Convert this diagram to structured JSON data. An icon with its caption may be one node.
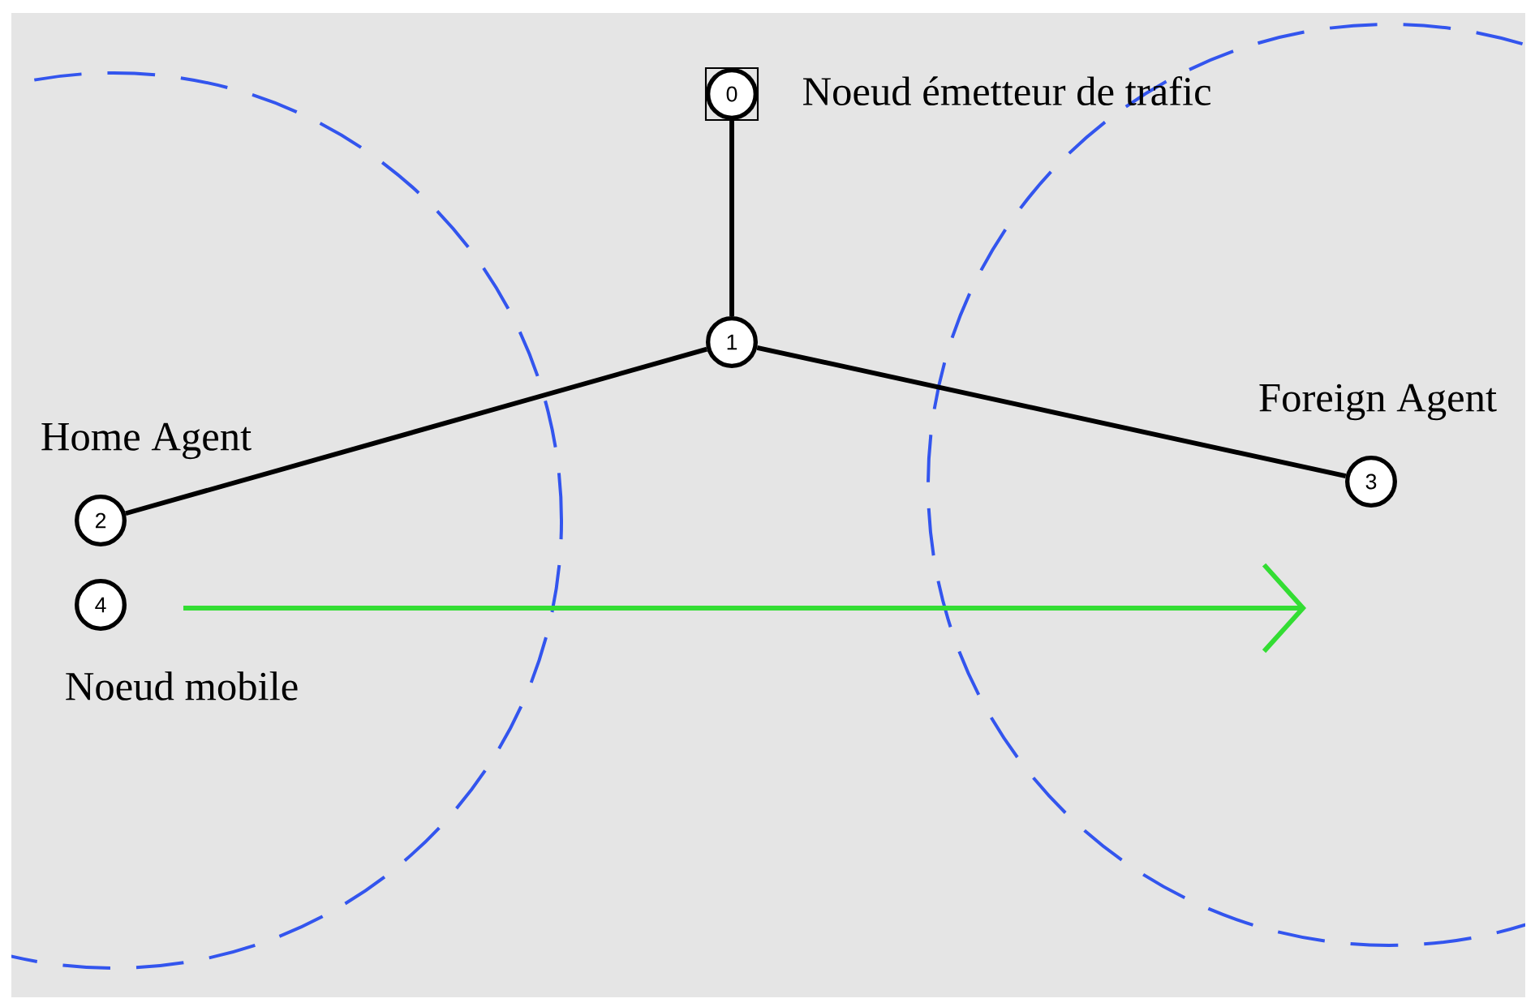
{
  "diagram": {
    "nodes": [
      {
        "text": [
          "0"
        ],
        "beside": [
          "Noeud émetteur de trafic"
        ]
      },
      {
        "text": [
          "1"
        ]
      },
      {
        "text": [
          "2"
        ],
        "beside": [
          "Home Agent"
        ]
      },
      {
        "text": [
          "3"
        ],
        "beside": [
          "Foreign Agent"
        ]
      },
      {
        "text": [
          "4"
        ],
        "beside": [
          "Noeud mobile"
        ]
      }
    ],
    "edges": [
      {
        "from": 0,
        "to": 1,
        "arrow": "none"
      },
      {
        "from": 1,
        "to": 2,
        "arrow": "none"
      },
      {
        "from": 1,
        "to": 3,
        "arrow": "none"
      }
    ]
  }
}
